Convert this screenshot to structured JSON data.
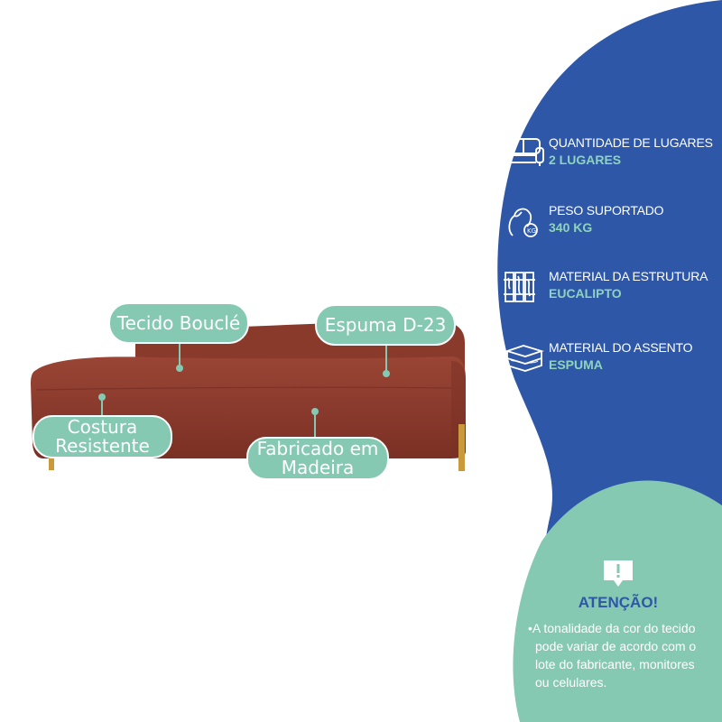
{
  "colors": {
    "blue_panel": "#2e57a8",
    "mint_panel": "#86c9b3",
    "sofa": "#8a3a2b",
    "spec_value": "#8fd3bd"
  },
  "callouts": {
    "tecido": "Tecido Bouclé",
    "espuma": "Espuma D-23",
    "costura": "Costura\nResistente",
    "fabricado": "Fabricado em\nMadeira"
  },
  "specs": [
    {
      "icon": "sofa-icon",
      "label": "QUANTIDADE DE LUGARES",
      "value": "2 LUGARES"
    },
    {
      "icon": "person-weight-icon",
      "label": "PESO SUPORTADO",
      "value": "340 KG"
    },
    {
      "icon": "wood-planks-icon",
      "label": "MATERIAL DA ESTRUTURA",
      "value": "EUCALIPTO"
    },
    {
      "icon": "foam-layers-icon",
      "label": "MATERIAL DO ASSENTO",
      "value": "ESPUMA"
    }
  ],
  "attention": {
    "icon": "alert-speech-icon",
    "title": "ATENÇÃO!",
    "lines": [
      "•A tonalidade da cor do tecido",
      "pode variar de acordo com o",
      "lote do fabricante, monitores",
      "ou celulares."
    ]
  }
}
